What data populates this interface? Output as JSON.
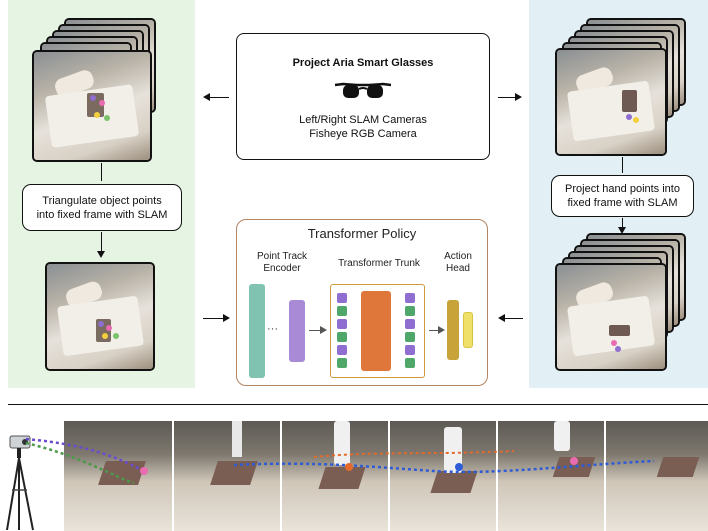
{
  "aria_box": {
    "title": "Project Aria Smart Glasses",
    "line1": "Left/Right SLAM Cameras",
    "line2": "Fisheye RGB Camera"
  },
  "left_box": {
    "line1": "Triangulate object points",
    "line2": "into fixed frame with SLAM"
  },
  "right_box": {
    "line1": "Project hand points into",
    "line2": "fixed frame with SLAM"
  },
  "policy": {
    "title": "Transformer Policy",
    "encoder_label_1": "Point Track",
    "encoder_label_2": "Encoder",
    "trunk_label": "Transformer Trunk",
    "head_label_1": "Action",
    "head_label_2": "Head",
    "ellipsis": "···"
  },
  "icons": {
    "glasses": "glasses-icon",
    "camera": "camera-tripod-icon"
  },
  "colors": {
    "green_panel": "#e6f4e4",
    "blue_panel": "#e2eff4",
    "policy_border": "#b48563",
    "encoder_teal": "#7fc3b0",
    "encoder_purple": "#a98ad6",
    "trunk_orange": "#e0773a",
    "head_gold": "#c8a33a",
    "head_yellow": "#efe06a",
    "token_purple": "#8e6fd1",
    "token_green": "#4fa86a"
  }
}
